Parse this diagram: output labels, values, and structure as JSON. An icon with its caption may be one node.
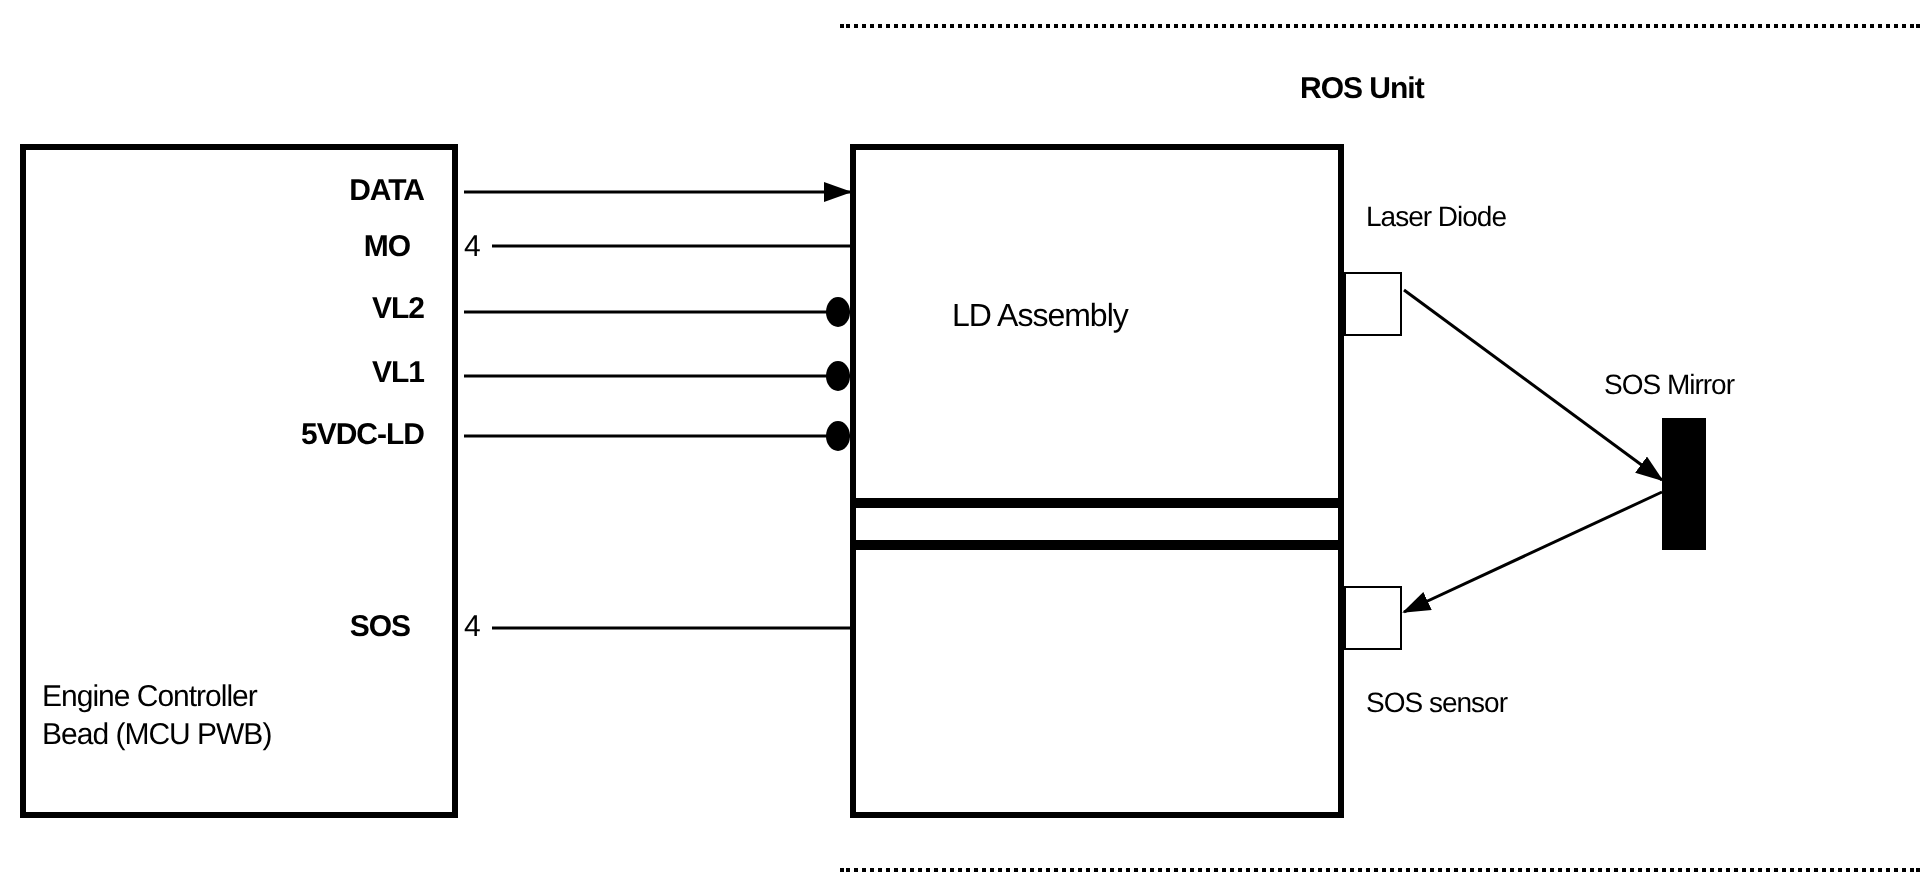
{
  "diagram": {
    "nodes": [
      {
        "text": [
          "Engine Controller Bead (MCU PWB)"
        ]
      },
      {
        "text": [
          "ROS Unit"
        ]
      },
      {
        "text": [
          "LD Assembly"
        ],
        "in": 1
      },
      {
        "text": [],
        "shape": "box",
        "in": 1
      },
      {
        "text": [],
        "shape": "box",
        "in": 1
      },
      {
        "text": [
          "Laser Diode"
        ],
        "in": 1
      },
      {
        "text": [
          "SOS Mirror"
        ],
        "in": 1
      },
      {
        "text": [
          "SOS sensor"
        ],
        "in": 1
      }
    ],
    "edges": [
      {
        "from": 0,
        "to": 2,
        "arrow": "to"
      },
      {
        "from": 0,
        "to": 2,
        "arrow": "none"
      },
      {
        "from": 0,
        "to": 2,
        "arrow": "other"
      },
      {
        "from": 0,
        "to": 2,
        "arrow": "other"
      },
      {
        "from": 0,
        "to": 2,
        "arrow": "other"
      },
      {
        "from": 0,
        "to": 4,
        "arrow": "none"
      },
      {
        "from": 5,
        "to": 6,
        "arrow": "to"
      },
      {
        "from": 6,
        "to": 7,
        "arrow": "to"
      }
    ],
    "labels": [
      "DATA",
      "MO",
      "4",
      "VL2",
      "VL1",
      "5VDC-LD",
      "SOS",
      "4"
    ]
  }
}
